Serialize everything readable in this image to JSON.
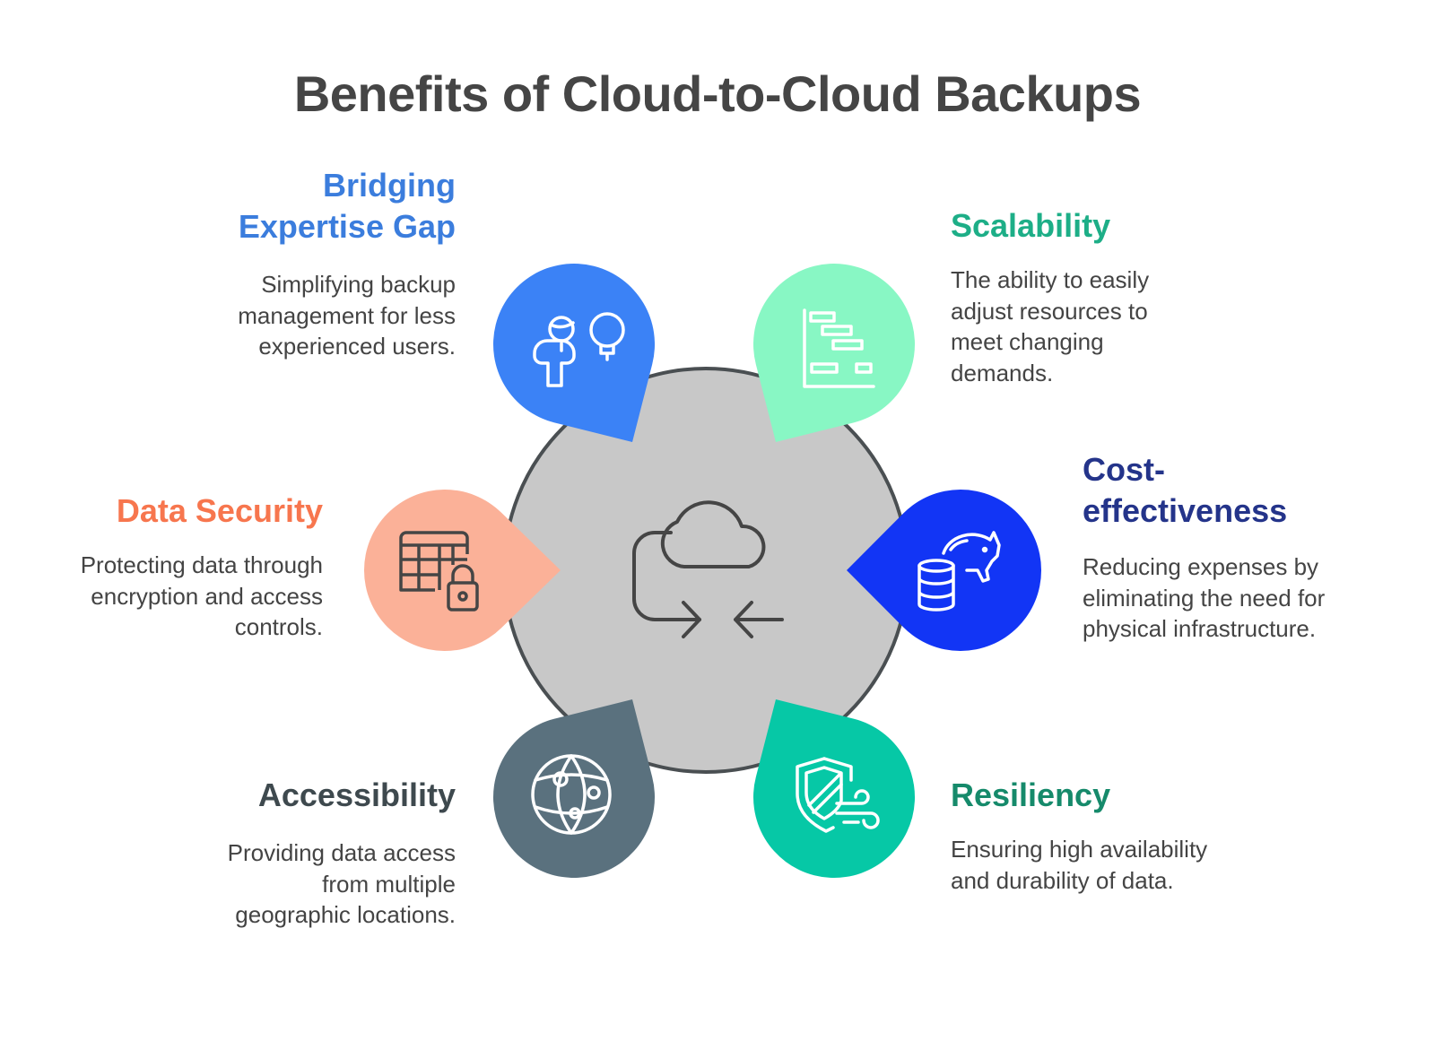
{
  "title": "Benefits of Cloud-to-Cloud Backups",
  "center_icon": "cloud-sync-icon",
  "benefits": [
    {
      "id": "bridging",
      "heading": "Bridging Expertise Gap",
      "heading_lines": [
        "Bridging",
        "Expertise Gap"
      ],
      "lines": [
        "Simplifying backup",
        "management for less",
        "experienced users."
      ],
      "color": "#3B7DDD",
      "petal": "#3B82F6",
      "icon": "person-lightbulb-icon"
    },
    {
      "id": "scalability",
      "heading": "Scalability",
      "heading_lines": [
        "Scalability"
      ],
      "lines": [
        "The ability to easily",
        "adjust resources to",
        "meet changing",
        "demands."
      ],
      "color": "#1DAE87",
      "petal": "#88F7C4",
      "icon": "gantt-chart-icon"
    },
    {
      "id": "data-security",
      "heading": "Data Security",
      "heading_lines": [
        "Data Security"
      ],
      "lines": [
        "Protecting data through",
        "encryption and access",
        "controls."
      ],
      "color": "#F7764E",
      "petal": "#FBB198",
      "icon": "table-lock-icon"
    },
    {
      "id": "cost",
      "heading": "Cost-effectiveness",
      "heading_lines": [
        "Cost-",
        "effectiveness"
      ],
      "lines": [
        "Reducing expenses by",
        "eliminating the need for",
        "physical infrastructure."
      ],
      "color": "#24348A",
      "petal": "#1235F5",
      "icon": "piggy-bank-coins-icon"
    },
    {
      "id": "accessibility",
      "heading": "Accessibility",
      "heading_lines": [
        "Accessibility"
      ],
      "lines": [
        "Providing data access",
        "from multiple",
        "geographic locations."
      ],
      "color": "#3E494E",
      "petal": "#5A717E",
      "icon": "globe-network-icon"
    },
    {
      "id": "resiliency",
      "heading": "Resiliency",
      "heading_lines": [
        "Resiliency"
      ],
      "lines": [
        "Ensuring high availability",
        "and durability of data."
      ],
      "color": "#168A6B",
      "petal": "#06C8A6",
      "icon": "shield-wind-icon"
    }
  ]
}
